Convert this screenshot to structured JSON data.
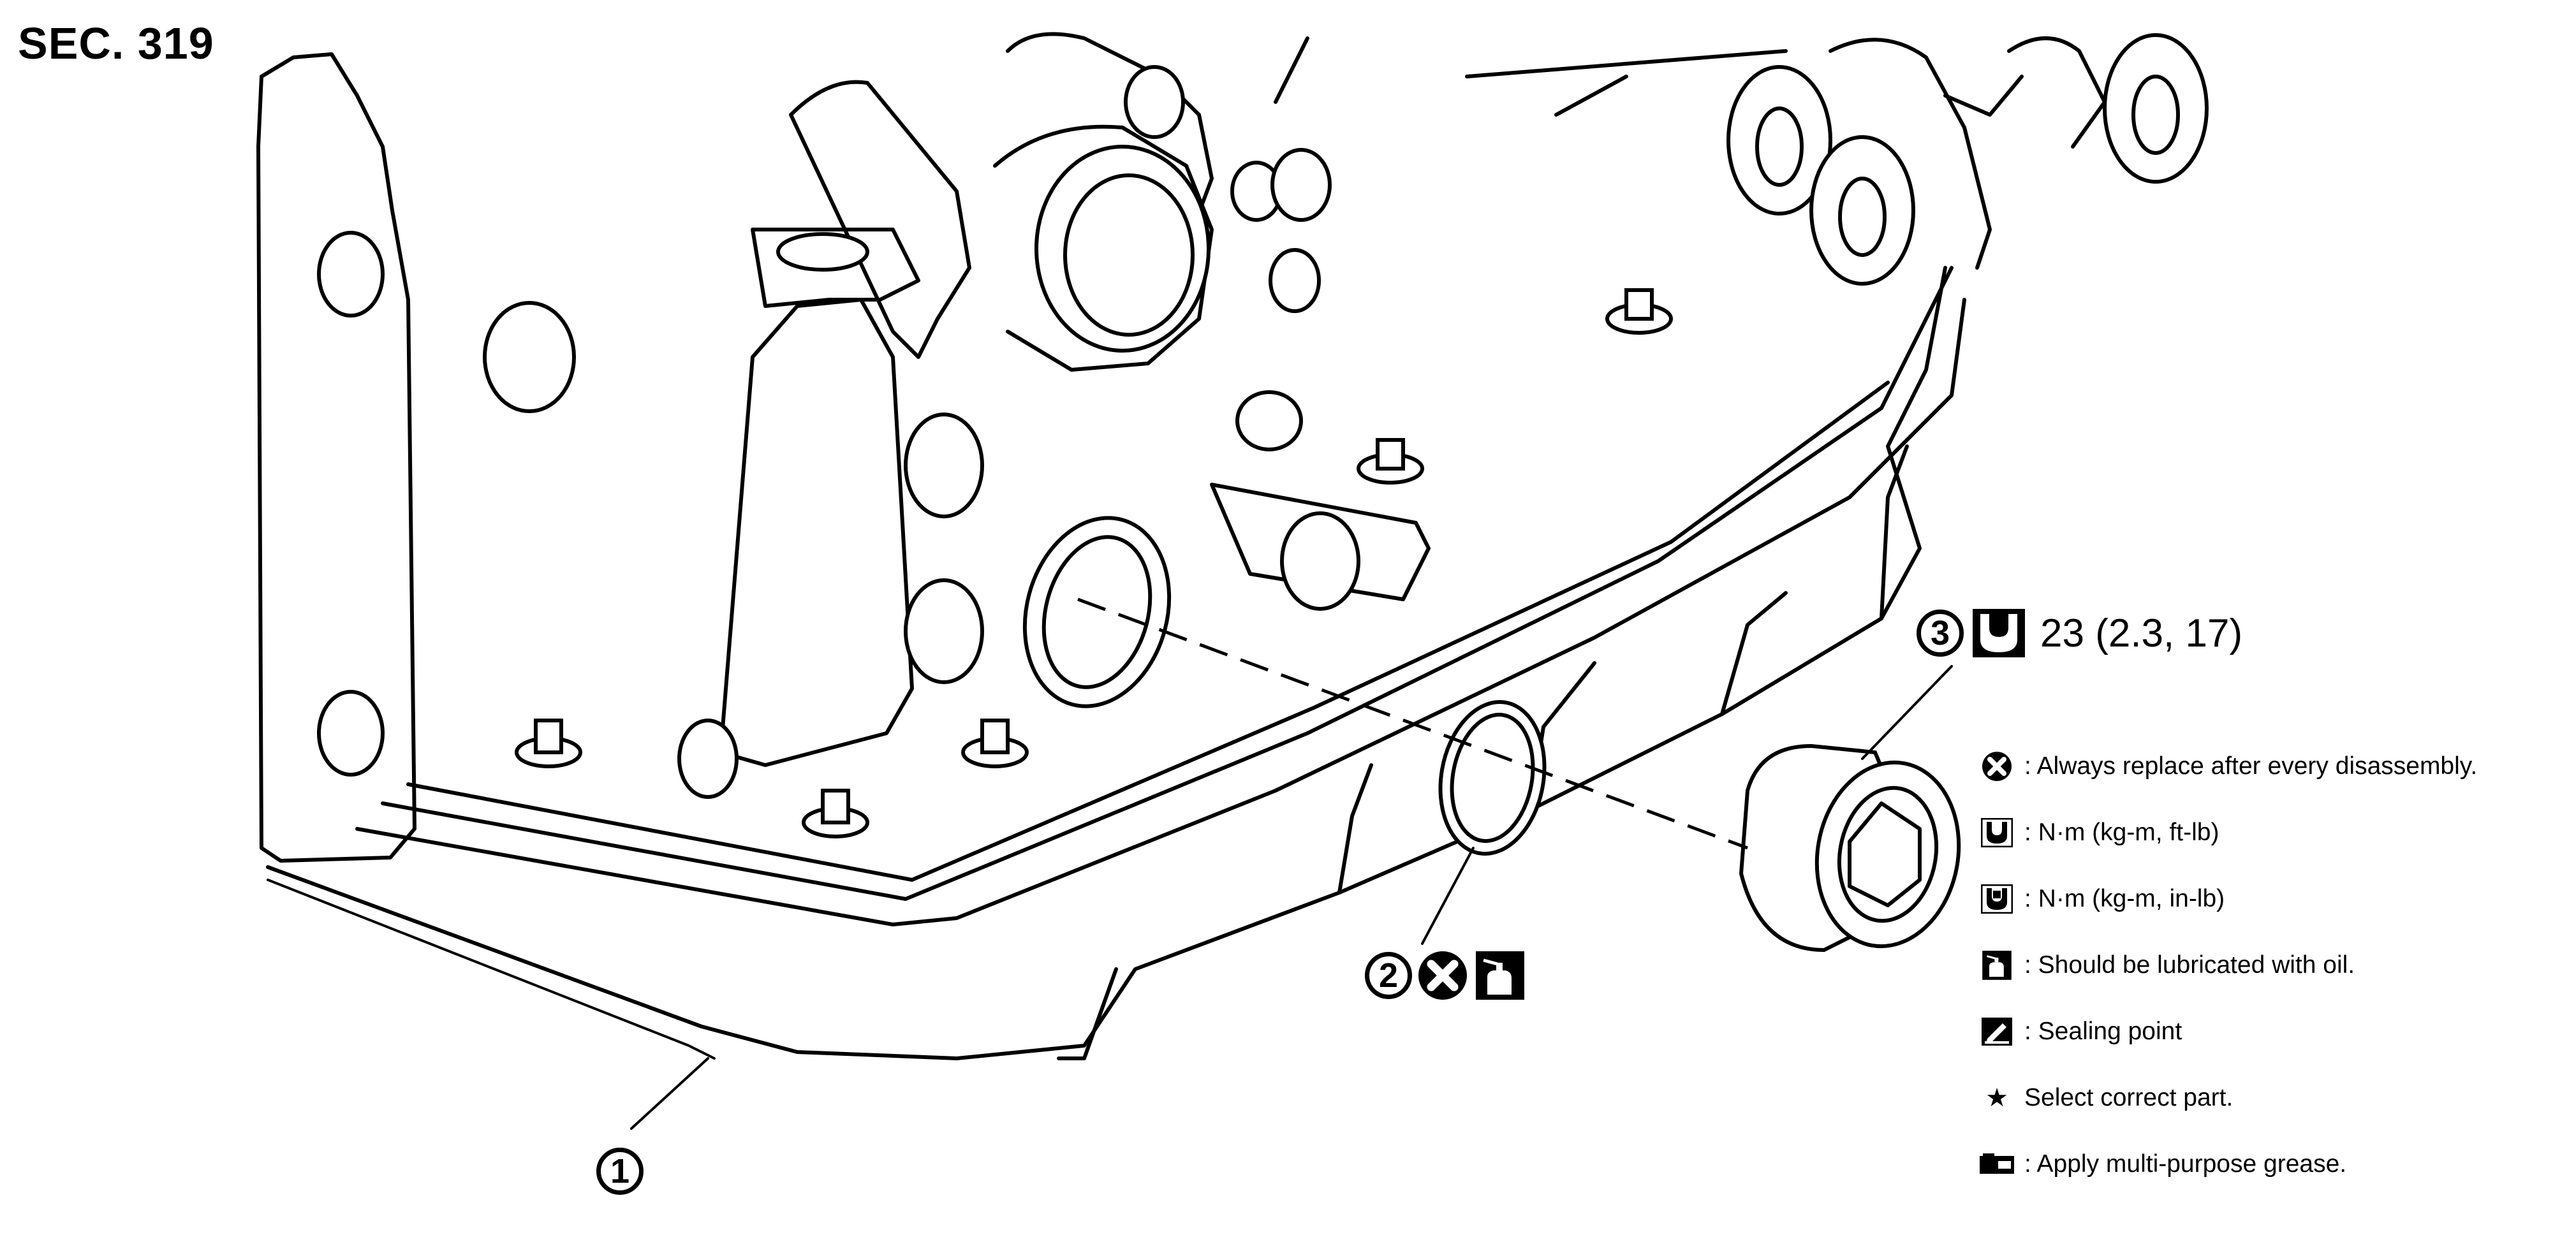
{
  "section_label": "SEC. 319",
  "callouts": {
    "part1": {
      "number": "1"
    },
    "part2": {
      "number": "2"
    },
    "part3": {
      "number": "3",
      "torque": "23 (2.3, 17)"
    }
  },
  "legend": [
    {
      "icon": "always-replace-icon",
      "text": ": Always replace after every disassembly."
    },
    {
      "icon": "torque-wrench-icon",
      "text": ": N·m (kg-m, ft-lb)"
    },
    {
      "icon": "torque-wrench-inlb-icon",
      "text": ": N·m (kg-m, in-lb)"
    },
    {
      "icon": "oil-can-icon",
      "text": ": Should be lubricated with oil."
    },
    {
      "icon": "sealing-point-icon",
      "text": ": Sealing point"
    },
    {
      "icon": "star-icon",
      "text": "Select correct part."
    },
    {
      "icon": "grease-icon",
      "text": ": Apply multi-purpose grease."
    }
  ],
  "star_glyph": "★"
}
